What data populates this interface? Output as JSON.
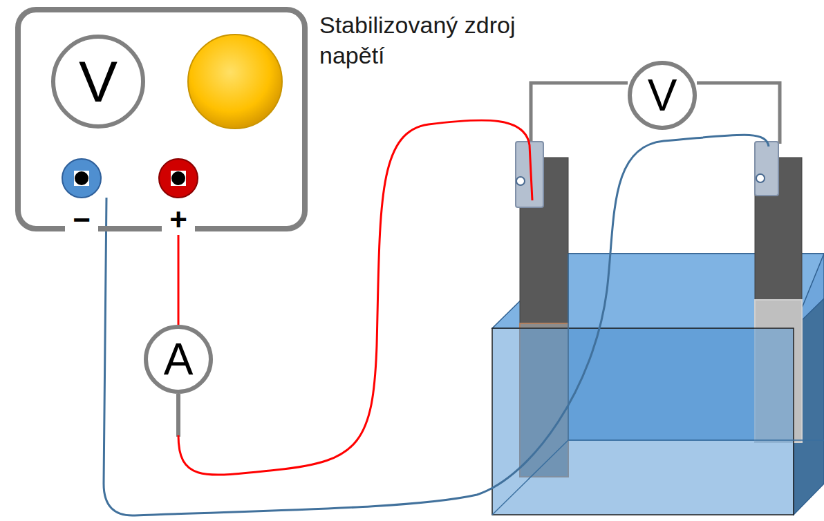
{
  "diagram": {
    "nodes": [
      {
        "text": [
          "Stabilizovaný zdroj napětí"
        ]
      },
      {
        "text": [
          "V"
        ],
        "in": 0
      },
      {
        "text": [
          "−"
        ],
        "in": 0
      },
      {
        "text": [
          "+"
        ],
        "in": 0
      },
      {
        "text": [
          "A"
        ]
      },
      {
        "text": [
          "V"
        ]
      }
    ],
    "edges": [
      {
        "from": 3,
        "to": 4,
        "arrow": "none"
      }
    ]
  }
}
